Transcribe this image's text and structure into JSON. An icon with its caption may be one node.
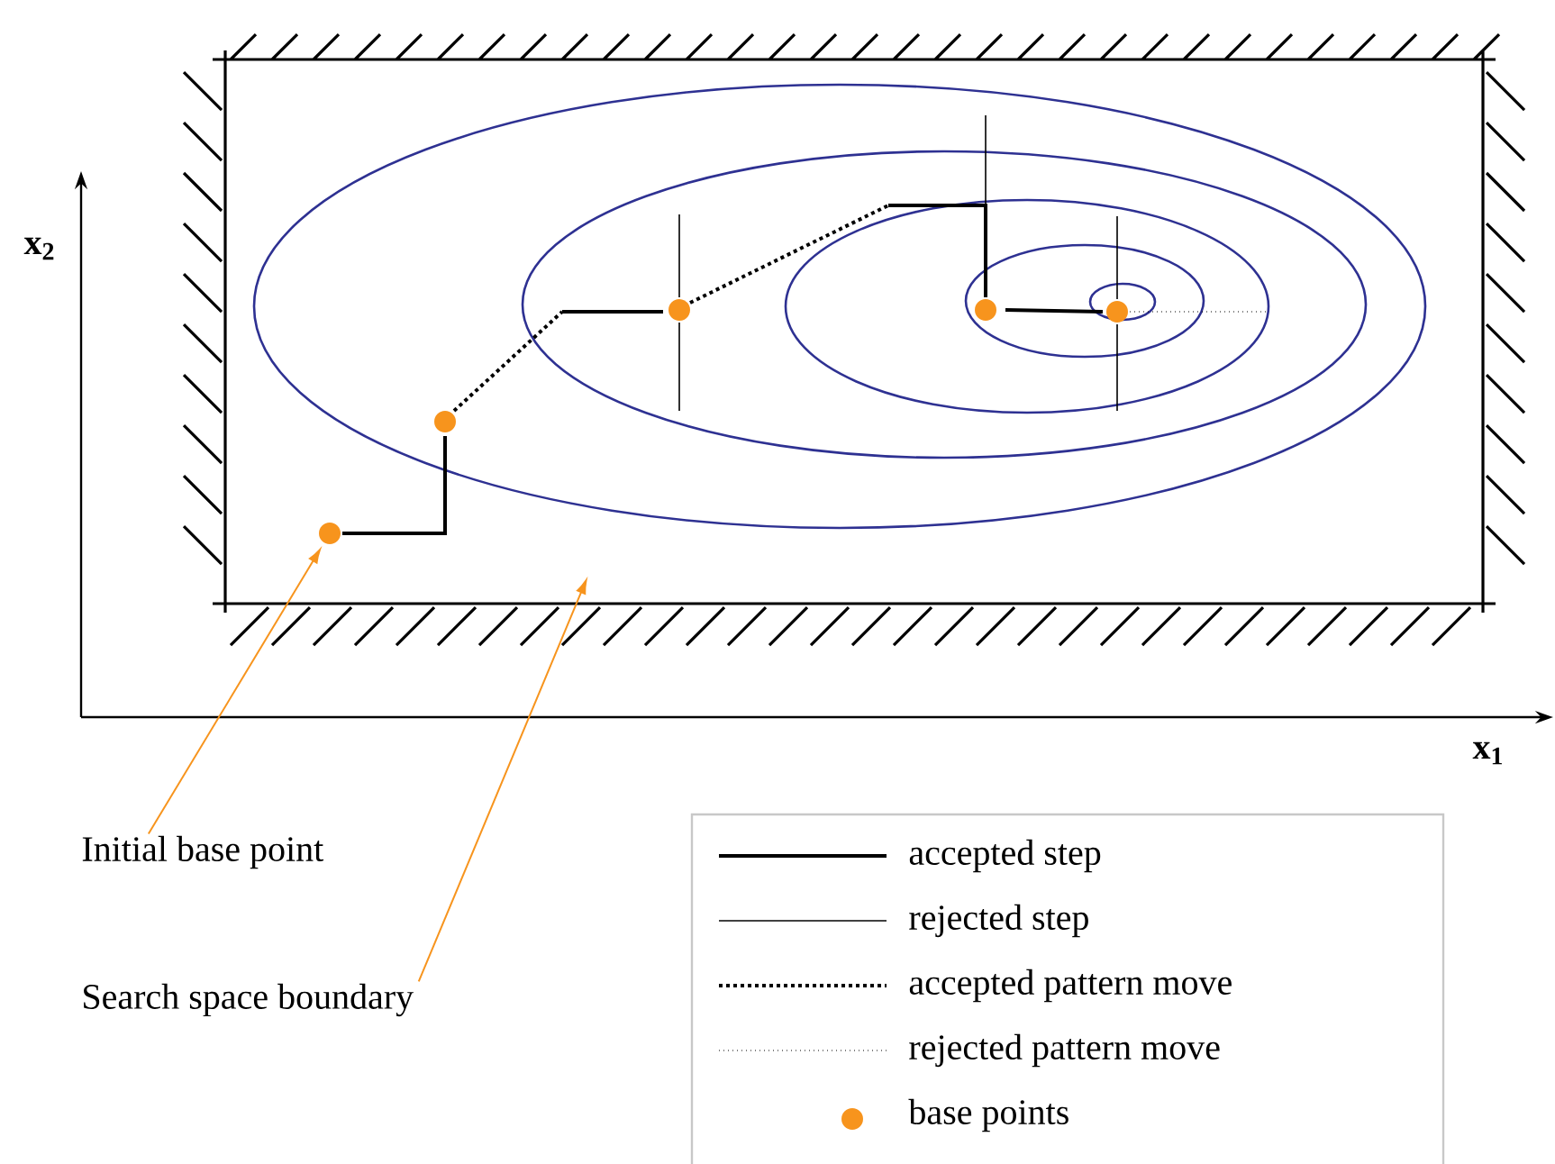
{
  "diagram": {
    "nodes": [
      {
        "text": [
          "Initial base point"
        ]
      },
      {
        "text": [
          "Search space boundary"
        ]
      },
      {
        "text": [],
        "shape": "circle"
      },
      {
        "text": [],
        "shape": "circle"
      },
      {
        "text": [],
        "shape": "circle"
      },
      {
        "text": [],
        "shape": "circle"
      },
      {
        "text": [],
        "shape": "circle"
      }
    ],
    "edges": [
      {
        "from": 0,
        "to": 2,
        "arrow": "to"
      },
      {
        "from": 1,
        "to": null,
        "arrow": "to"
      }
    ],
    "labels": [
      "x$_{2}$",
      "x$_{1}$"
    ],
    "legend": [
      {
        "text": "accepted step"
      },
      {
        "text": "rejected step"
      },
      {
        "text": "accepted pattern move"
      },
      {
        "text": "rejected pattern move"
      },
      {
        "text": "base points",
        "color": "#f7941d"
      }
    ]
  }
}
